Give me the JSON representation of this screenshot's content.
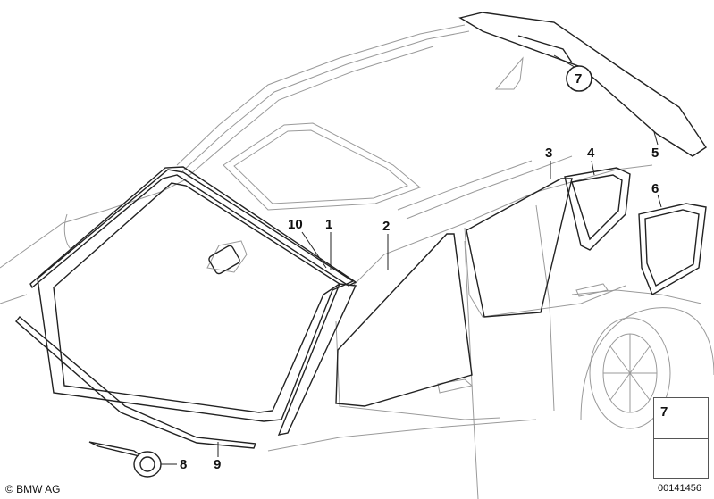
{
  "callouts": {
    "c1": "1",
    "c2": "2",
    "c3": "3",
    "c4": "4",
    "c5": "5",
    "c6": "6",
    "c7": "7",
    "c8": "8",
    "c9": "9",
    "c10": "10"
  },
  "legend": {
    "number": "7"
  },
  "footer": {
    "copyright": "© BMW AG",
    "document_number": "00141456"
  }
}
